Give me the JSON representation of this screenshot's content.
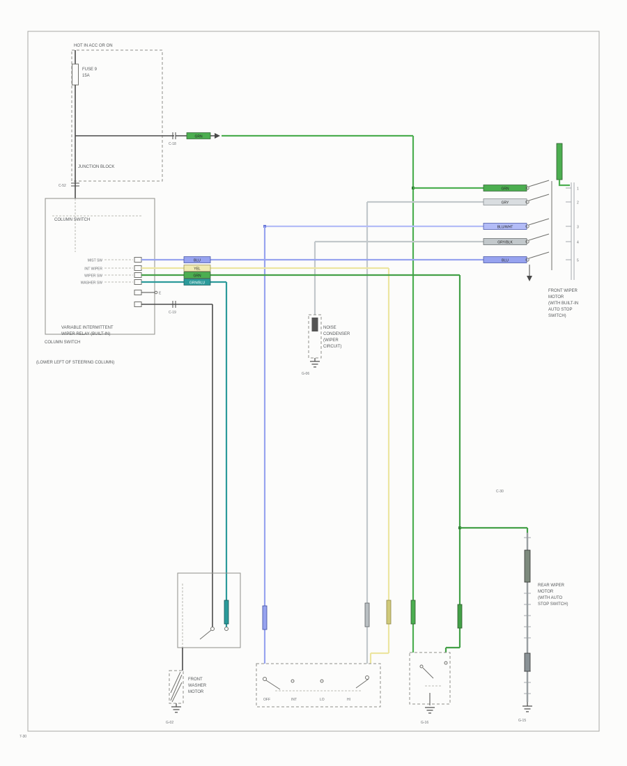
{
  "diagram": {
    "footer": {
      "page_label": "7-30"
    },
    "colors": {
      "green": "#4cae50",
      "dark_green": "#43a047",
      "blue": "#97a3ef",
      "pale_blue": "#b3bcf7",
      "yellow": "#ece5a0",
      "teal": "#2b9a9a",
      "gray_wire": "#c2c8cb",
      "black_wire": "#4a4a4a"
    },
    "junction_block": {
      "hot_label": "HOT IN ACC OR ON",
      "fuse_line1": "FUSE 9",
      "fuse_line2": "15A",
      "name_label": "JUNCTION BLOCK",
      "connector_label": "C-52"
    },
    "splice": {
      "wire_label": "GRN",
      "connector_label": "C-18"
    },
    "column_switch": {
      "title": "COLUMN SWITCH",
      "pins": [
        "MIST SW",
        "INT WIPER",
        "WIPER SW",
        "WASHER SW"
      ],
      "pin_e": "E",
      "gnd_connector": "C-19",
      "caption_lines": [
        "VARIABLE INTERMITTENT",
        "WIPER RELAY (BUILT-IN)",
        "COLUMN SWITCH",
        "(LOWER LEFT OF STEERING COLUMN)"
      ]
    },
    "wire_labels_left": [
      "BLU",
      "YEL",
      "GRN",
      "GRN/BLU"
    ],
    "wire_labels_right": [
      "GRN",
      "GRY",
      "BLU/WHT",
      "GRY/BLK",
      "BLU"
    ],
    "front_wiper_motor": {
      "lines": [
        "FRONT WIPER",
        "MOTOR",
        "(WITH BUILT-IN",
        "AUTO STOP",
        "SWITCH)"
      ],
      "pin_numbers": [
        "1",
        "2",
        "3",
        "4",
        "5"
      ]
    },
    "condenser": {
      "lines": [
        "NOISE",
        "CONDENSER",
        "(WIPER",
        "CIRCUIT)"
      ],
      "ground": "G-06"
    },
    "washer_motor": {
      "lines": [
        "FRONT",
        "WASHER",
        "MOTOR"
      ],
      "ground": "G-02"
    },
    "wiper_switch_panel": {
      "positions": [
        "OFF",
        "INT",
        "LO",
        "HI"
      ]
    },
    "intermittent_box": {
      "ground": "G-16"
    },
    "rear_wiper_motor": {
      "lines": [
        "REAR WIPER",
        "MOTOR",
        "(WITH AUTO",
        "STOP SWITCH)"
      ],
      "connector": "C-30",
      "ground": "G-15"
    }
  }
}
